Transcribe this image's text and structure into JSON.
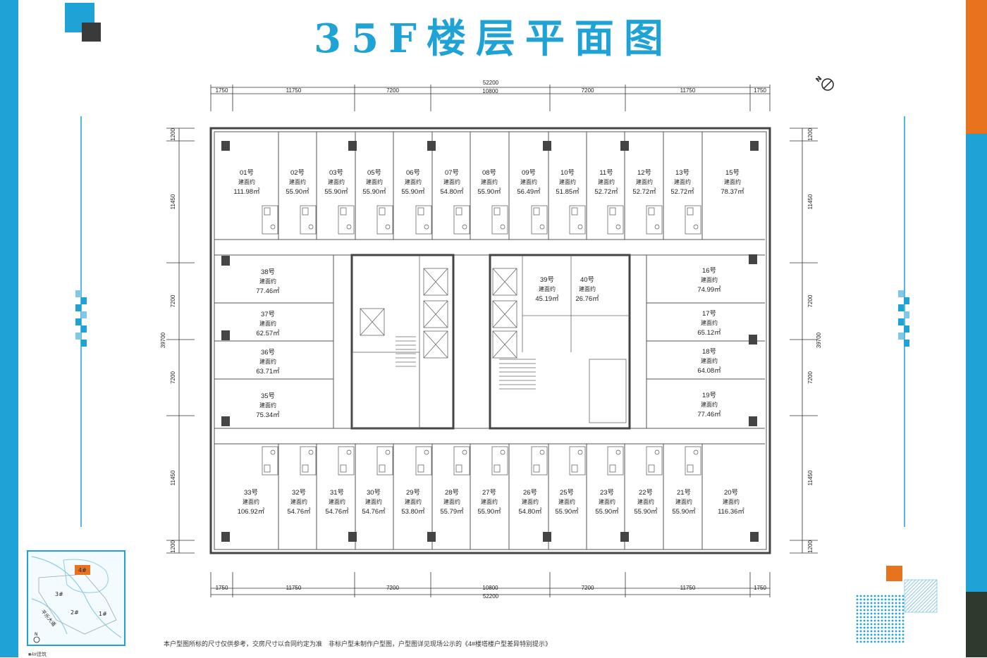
{
  "title": "35F楼层平面图",
  "footnote": "本户型图所标的尺寸仅供参考，交房尺寸以合同约定为准　非标户型未制作户型图，户型图详见现场公示的《4#楼塔楼户型差异特别提示》",
  "area_label": "建面约",
  "dimensions": {
    "total_width": "52200",
    "total_height": "39700",
    "horizontal": [
      "1750",
      "11750",
      "7200",
      "10800",
      "7200",
      "11750",
      "1750"
    ],
    "vertical": [
      "1200",
      "11450",
      "7200",
      "7200",
      "11450",
      "1200"
    ]
  },
  "units_top": [
    {
      "no": "01号",
      "area": "111.98㎡"
    },
    {
      "no": "02号",
      "area": "55.90㎡"
    },
    {
      "no": "03号",
      "area": "55.90㎡"
    },
    {
      "no": "05号",
      "area": "55.90㎡"
    },
    {
      "no": "06号",
      "area": "55.90㎡"
    },
    {
      "no": "07号",
      "area": "54.80㎡"
    },
    {
      "no": "08号",
      "area": "55.90㎡"
    },
    {
      "no": "09号",
      "area": "56.49㎡"
    },
    {
      "no": "10号",
      "area": "51.85㎡"
    },
    {
      "no": "11号",
      "area": "52.72㎡"
    },
    {
      "no": "12号",
      "area": "52.72㎡"
    },
    {
      "no": "13号",
      "area": "52.72㎡"
    },
    {
      "no": "15号",
      "area": "78.37㎡"
    }
  ],
  "units_bottom": [
    {
      "no": "33号",
      "area": "106.92㎡"
    },
    {
      "no": "32号",
      "area": "54.76㎡"
    },
    {
      "no": "31号",
      "area": "54.76㎡"
    },
    {
      "no": "30号",
      "area": "54.76㎡"
    },
    {
      "no": "29号",
      "area": "53.80㎡"
    },
    {
      "no": "28号",
      "area": "55.79㎡"
    },
    {
      "no": "27号",
      "area": "55.90㎡"
    },
    {
      "no": "26号",
      "area": "54.80㎡"
    },
    {
      "no": "25号",
      "area": "55.90㎡"
    },
    {
      "no": "23号",
      "area": "55.90㎡"
    },
    {
      "no": "22号",
      "area": "55.90㎡"
    },
    {
      "no": "21号",
      "area": "55.90㎡"
    },
    {
      "no": "20号",
      "area": "116.36㎡"
    }
  ],
  "units_left": [
    {
      "no": "38号",
      "area": "77.46㎡"
    },
    {
      "no": "37号",
      "area": "62.57㎡"
    },
    {
      "no": "36号",
      "area": "63.71㎡"
    },
    {
      "no": "35号",
      "area": "75.34㎡"
    }
  ],
  "units_right": [
    {
      "no": "16号",
      "area": "74.99㎡"
    },
    {
      "no": "17号",
      "area": "65.12㎡"
    },
    {
      "no": "18号",
      "area": "64.08㎡"
    },
    {
      "no": "19号",
      "area": "77.46㎡"
    }
  ],
  "units_core": [
    {
      "no": "39号",
      "area": "45.19㎡"
    },
    {
      "no": "40号",
      "area": "26.76㎡"
    }
  ],
  "keyplan": {
    "buildings": [
      "4#",
      "3#",
      "2#",
      "1#"
    ],
    "road": "平乐大道",
    "north": "N",
    "legend": "■4#建筑"
  },
  "north_arrow": "N",
  "colors": {
    "accent_blue": "#1fa2d6",
    "accent_orange": "#e8731f",
    "dark": "#3a3a3a",
    "wall": "#555555"
  }
}
